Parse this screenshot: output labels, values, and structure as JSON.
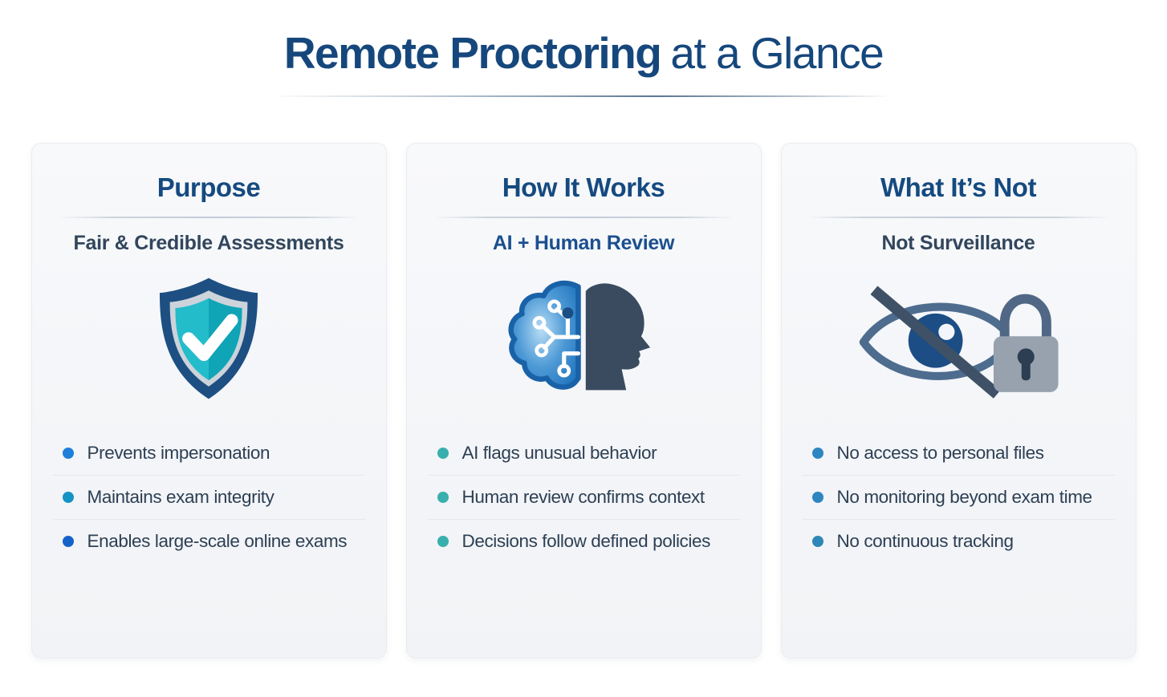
{
  "header": {
    "title_strong": "Remote Proctoring",
    "title_rest": "at a Glance",
    "title_color": "#16477c"
  },
  "cards": [
    {
      "title": "Purpose",
      "subtitle": "Fair & Credible Assessments",
      "icon": "shield-check-icon",
      "icon_colors": {
        "shield_outer": "#1d4f82",
        "shield_ring": "#ccd3da",
        "shield_teal_left": "#23bccb",
        "shield_teal_right": "#0fa4b6",
        "check": "#ffffff"
      },
      "bullets": [
        {
          "text": "Prevents impersonation",
          "dot_color": "#1e7fd8"
        },
        {
          "text": "Maintains exam integrity",
          "dot_color": "#1593c4"
        },
        {
          "text": "Enables large-scale online exams",
          "dot_color": "#1563c8"
        }
      ]
    },
    {
      "title": "How It Works",
      "subtitle": "AI + Human Review",
      "icon": "ai-brain-human-head-icon",
      "icon_colors": {
        "brain_edge": "#1a62a8",
        "brain_fill": "#4e9ad6",
        "circuit": "#ffffff",
        "head": "#3b4b5f"
      },
      "bullets": [
        {
          "text": "AI flags unusual behavior",
          "dot_color": "#38afad"
        },
        {
          "text": "Human review confirms context",
          "dot_color": "#38afad"
        },
        {
          "text": "Decisions follow defined policies",
          "dot_color": "#38afad"
        }
      ]
    },
    {
      "title": "What It’s Not",
      "subtitle": "Not Surveillance",
      "icon": "no-surveillance-eye-slash-lock-icon",
      "icon_colors": {
        "eye_outline": "#4e6c8e",
        "iris": "#1c4d85",
        "slash": "#3e5166",
        "lock_body": "#97a2ae",
        "lock_shackle": "#506885",
        "keyhole": "#2d3e52"
      },
      "bullets": [
        {
          "text": "No access to personal files",
          "dot_color": "#2e86c1"
        },
        {
          "text": "No monitoring beyond exam time",
          "dot_color": "#2e86c1"
        },
        {
          "text": "No continuous tracking",
          "dot_color": "#2f87b8"
        }
      ]
    }
  ]
}
